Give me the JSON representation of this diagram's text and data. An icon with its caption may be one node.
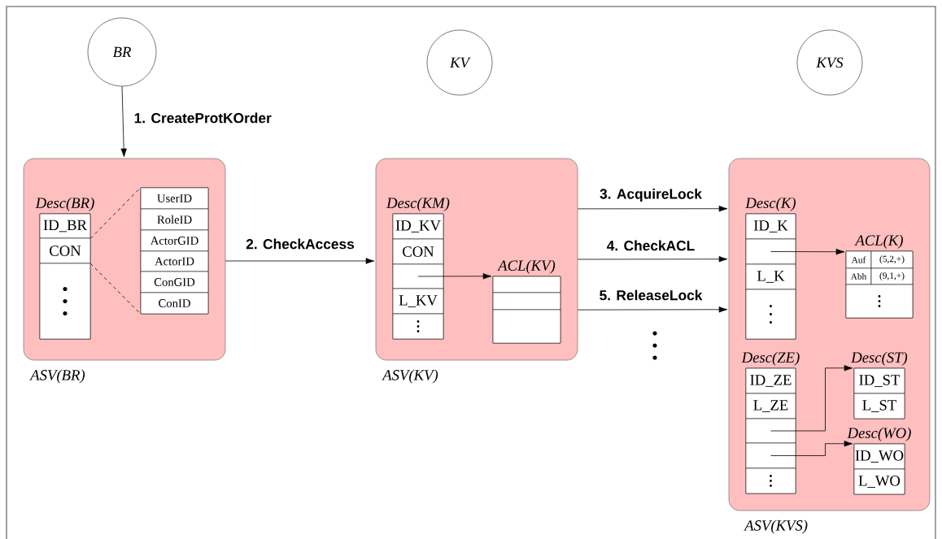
{
  "diagram": {
    "nodes": [
      {
        "text": [
          "BR"
        ]
      },
      {
        "text": [
          "KV"
        ]
      },
      {
        "text": [
          "KVS"
        ]
      },
      {
        "text": [
          "ASV(BR)"
        ]
      },
      {
        "text": [
          "Desc(BR)"
        ],
        "in": 3
      },
      {
        "text": [
          "ID_BR"
        ],
        "in": 4
      },
      {
        "text": [
          "CON"
        ],
        "in": 4
      },
      {
        "text": [],
        "shape": "box",
        "in": 4
      },
      {
        "text": [],
        "shape": "box",
        "in": 3
      },
      {
        "text": [
          "UserID"
        ],
        "in": 8
      },
      {
        "text": [
          "RoleID"
        ],
        "in": 8
      },
      {
        "text": [
          "ActorGID"
        ],
        "in": 8
      },
      {
        "text": [
          "ActorID"
        ],
        "in": 8
      },
      {
        "text": [
          "ConGID"
        ],
        "in": 8
      },
      {
        "text": [
          "ConID"
        ],
        "in": 8
      },
      {
        "text": [
          "ASV(KV)"
        ]
      },
      {
        "text": [
          "Desc(KM)"
        ],
        "in": 15
      },
      {
        "text": [
          "ID_KV"
        ],
        "in": 16
      },
      {
        "text": [
          "CON"
        ],
        "in": 16
      },
      {
        "text": [],
        "shape": "box",
        "in": 16
      },
      {
        "text": [
          "L_KV"
        ],
        "in": 16
      },
      {
        "text": [],
        "shape": "box",
        "in": 16
      },
      {
        "text": [
          "ACL(KV)"
        ],
        "in": 15
      },
      {
        "text": [],
        "shape": "box",
        "in": 22
      },
      {
        "text": [],
        "shape": "box",
        "in": 22
      },
      {
        "text": [],
        "shape": "box",
        "in": 22
      },
      {
        "text": [
          "ASV(KVS)"
        ]
      },
      {
        "text": [
          "Desc(K)"
        ],
        "in": 26
      },
      {
        "text": [
          "ID_K"
        ],
        "in": 27
      },
      {
        "text": [],
        "shape": "box",
        "in": 27
      },
      {
        "text": [
          "L_K"
        ],
        "in": 27
      },
      {
        "text": [],
        "shape": "box",
        "in": 27
      },
      {
        "text": [
          "ACL(K)"
        ],
        "in": 26
      },
      {
        "text": [
          "Auf"
        ],
        "in": 32
      },
      {
        "text": [
          "(5,2,+)"
        ],
        "in": 32
      },
      {
        "text": [
          "Abh"
        ],
        "in": 32
      },
      {
        "text": [
          "(9,1,+)"
        ],
        "in": 32
      },
      {
        "text": [],
        "shape": "box",
        "in": 32
      },
      {
        "text": [
          "Desc(ZE)"
        ],
        "in": 26
      },
      {
        "text": [
          "ID_ZE"
        ],
        "in": 38
      },
      {
        "text": [
          "L_ZE"
        ],
        "in": 38
      },
      {
        "text": [],
        "shape": "box",
        "in": 38
      },
      {
        "text": [],
        "shape": "box",
        "in": 38
      },
      {
        "text": [],
        "shape": "box",
        "in": 38
      },
      {
        "text": [
          "Desc(ST)"
        ],
        "in": 26
      },
      {
        "text": [
          "ID_ST"
        ],
        "in": 44
      },
      {
        "text": [
          "L_ST"
        ],
        "in": 44
      },
      {
        "text": [
          "Desc(WO)"
        ],
        "in": 26
      },
      {
        "text": [
          "ID_WO"
        ],
        "in": 47
      },
      {
        "text": [
          "L_WO"
        ],
        "in": 47
      }
    ],
    "edges": [
      {
        "from": 0,
        "to": 3,
        "arrow": "to",
        "label": "1. CreateProtKOrder"
      },
      {
        "from": 3,
        "to": 15,
        "arrow": "to",
        "label": "2. CheckAccess"
      },
      {
        "from": 15,
        "to": 26,
        "arrow": "to",
        "label": "3. AcquireLock"
      },
      {
        "from": 15,
        "to": 26,
        "arrow": "to",
        "label": "4. CheckACL"
      },
      {
        "from": 15,
        "to": 26,
        "arrow": "to",
        "label": "5. ReleaseLock"
      },
      {
        "from": 19,
        "to": 22,
        "arrow": "to"
      },
      {
        "from": 29,
        "to": 32,
        "arrow": "to"
      },
      {
        "from": 41,
        "to": 44,
        "arrow": "to"
      },
      {
        "from": 42,
        "to": 47,
        "arrow": "to"
      },
      {
        "from": 5,
        "to": 8,
        "arrow": "none",
        "style": "dashed"
      },
      {
        "from": 6,
        "to": 8,
        "arrow": "none",
        "style": "dashed"
      }
    ]
  }
}
